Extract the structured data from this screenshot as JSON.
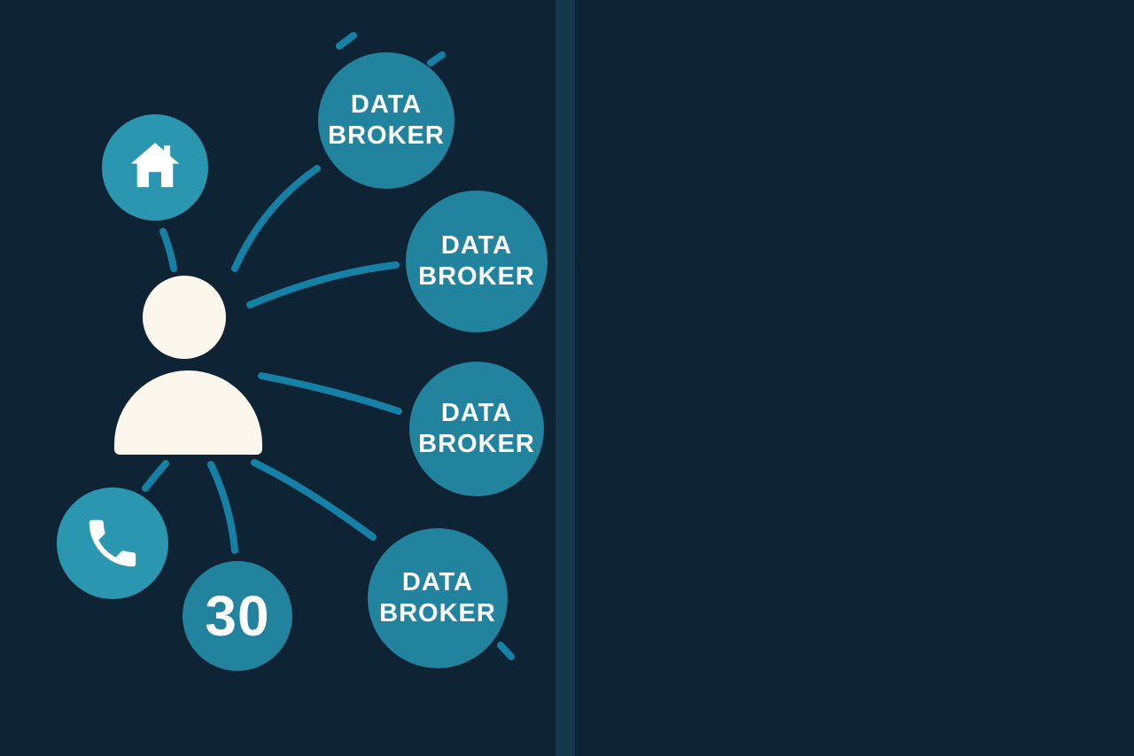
{
  "title": "Data brokers vs protected person illustration",
  "colors": {
    "background": "#0e2334",
    "divider": "#16384d",
    "broker_circle": "#21839e",
    "icon_circle": "#2b96b0",
    "connector_line": "#1681a6",
    "person_fill": "#fbf7ec",
    "shield_front": "#2e96b3",
    "shield_back": "#15738f",
    "label_text": "#ffffff"
  },
  "left": {
    "broker_circles": [
      {
        "line1": "DATA",
        "line2": "BROKER"
      },
      {
        "line1": "DATA",
        "line2": "BROKER"
      },
      {
        "line1": "DATA",
        "line2": "BROKER"
      },
      {
        "line1": "DATA",
        "line2": "BROKER"
      }
    ],
    "count_circle": {
      "value": "30"
    },
    "icons": {
      "house": "home-icon",
      "phone": "phone-icon",
      "person": "person-icon"
    }
  },
  "right": {
    "icons": {
      "person": "person-icon",
      "shield": "shield-icon"
    }
  }
}
